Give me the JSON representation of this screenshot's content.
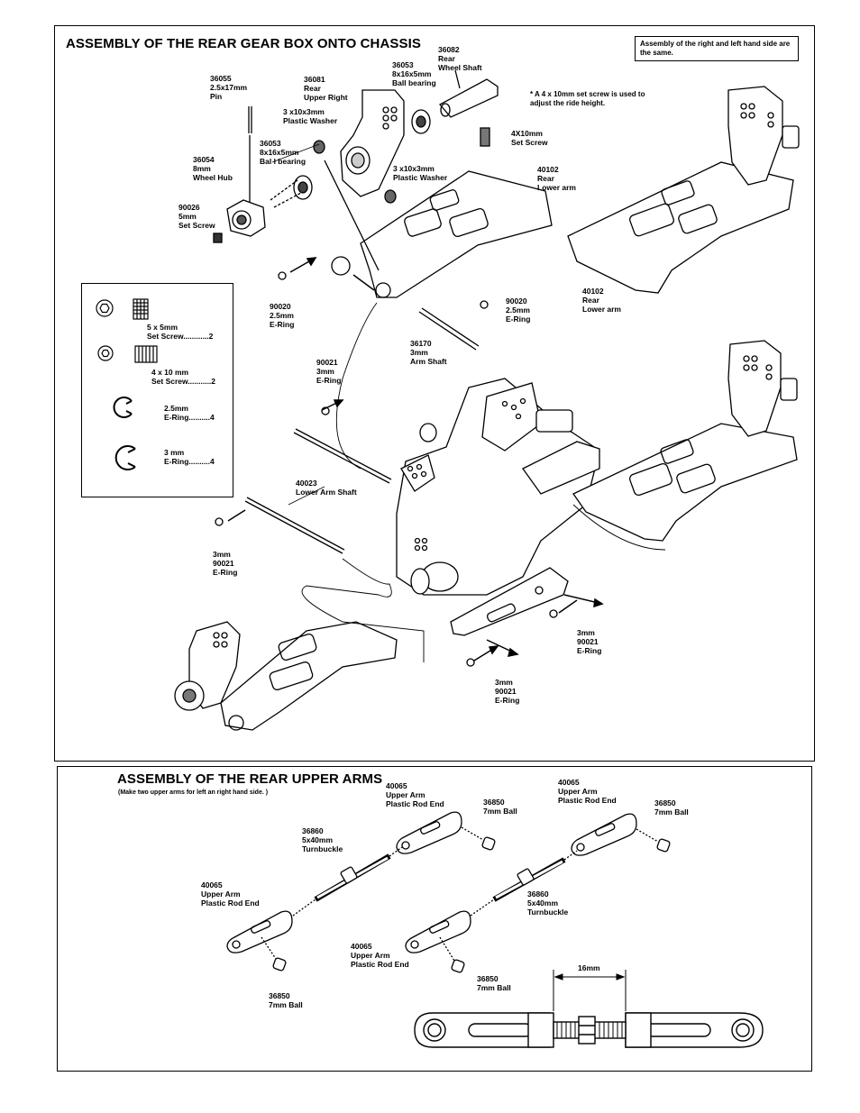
{
  "section1": {
    "title": "ASSEMBLY OF THE REAR GEAR BOX ONTO CHASSIS",
    "note": "Assembly of the right and left hand side are the same.",
    "set_screw_note": "* A 4 x 10mm set screw is used to adjust the ride height.",
    "labels": {
      "l36055": [
        "36055",
        "2.5x17mm",
        "Pin"
      ],
      "l36081": [
        "36081",
        "Rear",
        "Upper Right"
      ],
      "l36053a": [
        "36053",
        "8x16x5mm",
        "Ball bearing"
      ],
      "l36082": [
        "36082",
        "Rear",
        "Wheel Shaft"
      ],
      "l3x10x3a": [
        "3 x10x3mm",
        "Plastic Washer"
      ],
      "l36053b": [
        "36053",
        "8x16x5mm",
        "Bal l bearing"
      ],
      "l36054": [
        "36054",
        "8mm",
        "Wheel Hub"
      ],
      "l90026": [
        "90026",
        "5mm",
        "Set Screw"
      ],
      "l3x10x3b": [
        "3 x10x3mm",
        "Plastic Washer"
      ],
      "l4x10": [
        "4X10mm",
        "Set Screw"
      ],
      "l40102a": [
        "40102",
        "Rear",
        "Lower arm"
      ],
      "l40102b": [
        "40102",
        "Rear",
        "Lower arm"
      ],
      "l90020a": [
        "90020",
        "2.5mm",
        "E-Ring"
      ],
      "l90020b": [
        "90020",
        "2.5mm",
        "E-Ring"
      ],
      "l36170": [
        "36170",
        "3mm",
        "Arm Shaft"
      ],
      "l90021a": [
        "90021",
        "3mm",
        "E-Ring"
      ],
      "l40023": [
        "40023",
        "Lower Arm Shaft"
      ],
      "l90021b": [
        "3mm",
        "90021",
        "E-Ring"
      ],
      "l90021c": [
        "3mm",
        "90021",
        "E-Ring"
      ],
      "l90021d": [
        "3mm",
        "90021",
        "E-Ring"
      ]
    },
    "kit_items": [
      [
        "5 x 5mm",
        "Set Screw............2"
      ],
      [
        "4 x 10 mm",
        "Set Screw...........2"
      ],
      [
        "2.5mm",
        "E-Ring..........4"
      ],
      [
        "3 mm",
        "E-Ring..........4"
      ]
    ]
  },
  "section2": {
    "title": "ASSEMBLY OF THE REAR UPPER ARMS",
    "subtitle": "(Make two upper arms for left an right hand side. )",
    "labels": {
      "u40065a": [
        "40065",
        "Upper Arm",
        "Plastic Rod End"
      ],
      "u36850a": [
        "36850",
        "7mm Ball"
      ],
      "u36860a": [
        "36860",
        "5x40mm",
        "Turnbuckle"
      ],
      "u40065b": [
        "40065",
        "Upper Arm",
        "Plastic Rod End"
      ],
      "u36850b": [
        "36850",
        "7mm Ball"
      ],
      "u40065c": [
        "40065",
        "Upper Arm",
        "Plastic Rod End"
      ],
      "u36850c": [
        "36850",
        "7mm Ball"
      ],
      "u36860b": [
        "36860",
        "5x40mm",
        "Turnbuckle"
      ],
      "u40065d": [
        "40065",
        "Upper Arm",
        "Plastic Rod End"
      ],
      "u36850d": [
        "36850",
        "7mm Ball"
      ],
      "dim": [
        "16mm"
      ]
    }
  }
}
